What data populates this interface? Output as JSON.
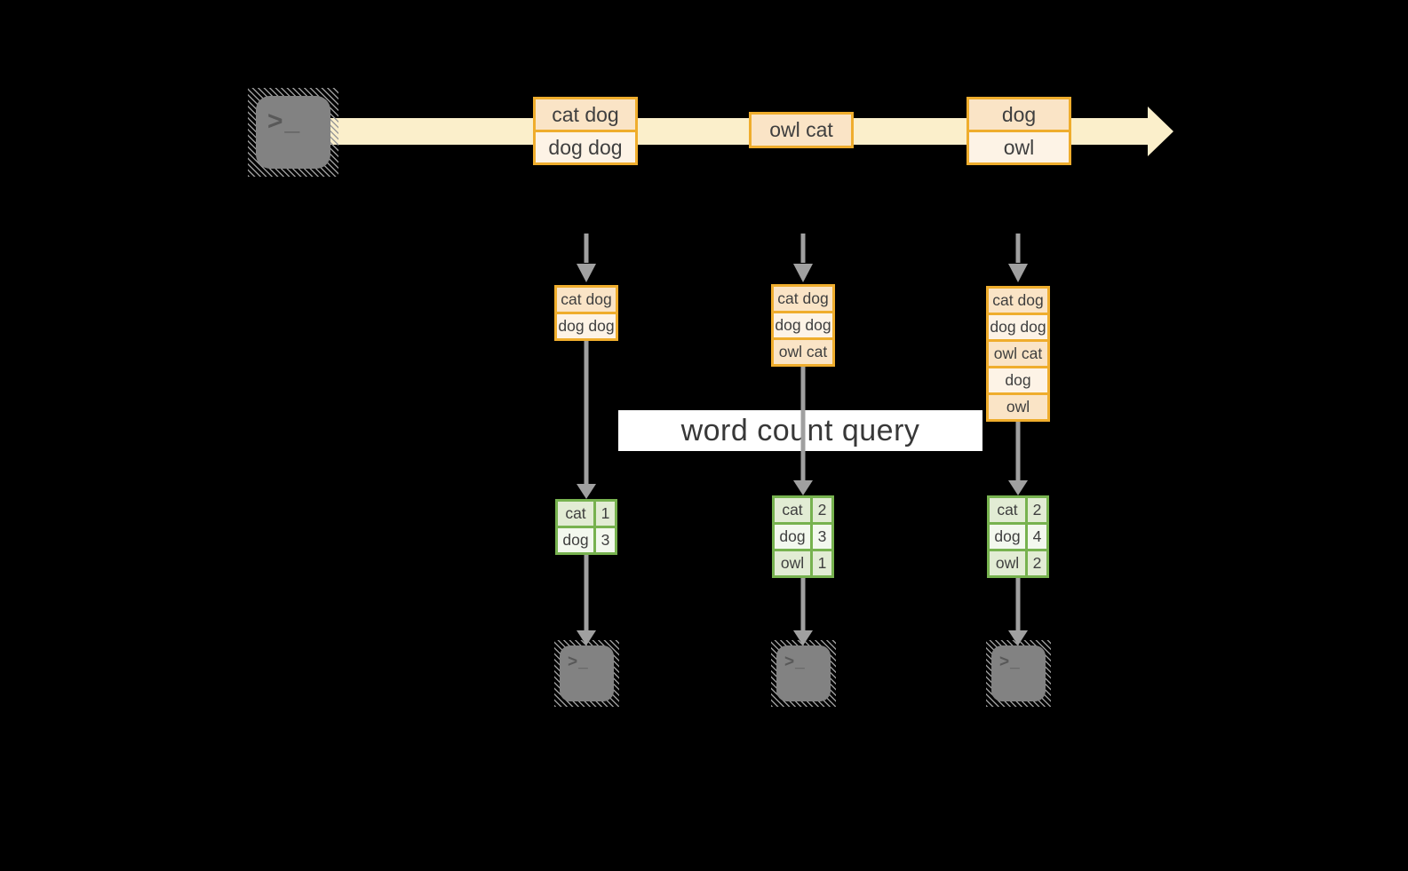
{
  "query": {
    "label": "word count query"
  },
  "icons": {
    "terminal_glyph": ">_"
  },
  "colors": {
    "background": "#000000",
    "stream-fill": "#FBEFCB",
    "orange-border": "#EFAD2D",
    "peach-fill": "#FAE4C6",
    "peach-light-fill": "#FDF3E6",
    "green-border": "#77B24F",
    "green-fill": "#E2ECD4",
    "green-light-fill": "#F3F8EE",
    "arrow-gray": "#A0A0A0",
    "terminal-gray": "#828282",
    "banner-bg": "#FFFFFF",
    "text-dark": "#3F3F3F"
  },
  "stream": {
    "groups": [
      {
        "items": [
          "cat dog",
          "dog dog"
        ]
      },
      {
        "items": [
          "owl cat"
        ]
      },
      {
        "items": [
          "dog",
          "owl"
        ]
      }
    ]
  },
  "columns": [
    {
      "buffer": [
        "cat dog",
        "dog dog"
      ],
      "counts": [
        [
          "cat",
          "1"
        ],
        [
          "dog",
          "3"
        ]
      ]
    },
    {
      "buffer": [
        "cat dog",
        "dog dog",
        "owl cat"
      ],
      "counts": [
        [
          "cat",
          "2"
        ],
        [
          "dog",
          "3"
        ],
        [
          "owl",
          "1"
        ]
      ]
    },
    {
      "buffer": [
        "cat dog",
        "dog dog",
        "owl cat",
        "dog",
        "owl"
      ],
      "counts": [
        [
          "cat",
          "2"
        ],
        [
          "dog",
          "4"
        ],
        [
          "owl",
          "2"
        ]
      ]
    }
  ]
}
